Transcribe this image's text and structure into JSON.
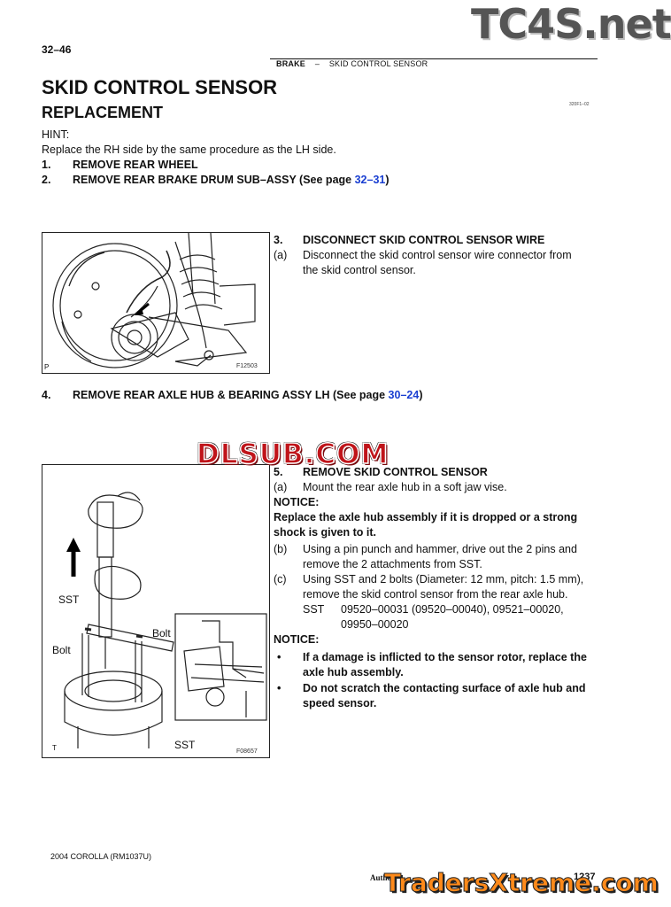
{
  "watermarks": {
    "tc4s": "TC4S.net",
    "dlsub": "DLSUB.COM",
    "traders": "TradersXtreme.com"
  },
  "header": {
    "page_number": "32–46",
    "section": "BRAKE",
    "dash": "–",
    "subsection": "SKID CONTROL SENSOR"
  },
  "title": {
    "main": "SKID CONTROL SENSOR",
    "sub": "REPLACEMENT",
    "code": "320F1–02"
  },
  "hint": {
    "label": "HINT:",
    "text": "Replace the RH side by the same procedure as the LH side."
  },
  "steps": {
    "s1": {
      "num": "1.",
      "text": "REMOVE REAR WHEEL"
    },
    "s2": {
      "num": "2.",
      "text": "REMOVE REAR BRAKE DRUM SUB–ASSY (See page ",
      "link": "32–31",
      "close": ")"
    },
    "s3": {
      "num": "3.",
      "text": "DISCONNECT SKID CONTROL SENSOR WIRE",
      "a_label": "(a)",
      "a_text1": "Disconnect the skid control sensor wire connector from",
      "a_text2": "the skid control sensor."
    },
    "s4": {
      "num": "4.",
      "text": "REMOVE REAR AXLE HUB & BEARING ASSY LH (See page ",
      "link": "30–24",
      "close": ")"
    },
    "s5": {
      "num": "5.",
      "text": "REMOVE SKID CONTROL SENSOR",
      "a_label": "(a)",
      "a_text": "Mount the rear axle hub in a soft jaw vise.",
      "notice1_label": "NOTICE:",
      "notice1_l1": "Replace the axle hub assembly if it is dropped or a strong",
      "notice1_l2": "shock is given to it.",
      "b_label": "(b)",
      "b_l1": "Using a pin punch and hammer, drive out the 2 pins and",
      "b_l2": "remove the 2 attachments from SST.",
      "c_label": "(c)",
      "c_l1": "Using SST and 2 bolts (Diameter: 12 mm, pitch: 1.5 mm),",
      "c_l2": "remove the skid control sensor from the rear axle hub.",
      "sst_label": "SST",
      "sst_l1": "09520–00031 (09520–00040), 09521–00020,",
      "sst_l2": "09950–00020",
      "notice2_label": "NOTICE:",
      "bullet": "•",
      "n2_b1_l1": "If a damage is inflicted to the sensor rotor, replace the",
      "n2_b1_l2": "axle hub assembly.",
      "n2_b2_l1": "Do not scratch the contacting surface of axle hub and",
      "n2_b2_l2": "speed sensor."
    }
  },
  "figure1": {
    "code": "F12503",
    "corner": "P"
  },
  "figure2": {
    "code": "F08657",
    "corner": "T",
    "labels": {
      "sst_top": "SST",
      "bolt_left": "Bolt",
      "bolt_right": "Bolt",
      "sst_bottom": "SST"
    }
  },
  "footer": {
    "model": "2004 COROLLA   (RM1037U)",
    "author": "Author:",
    "page": "1237"
  }
}
